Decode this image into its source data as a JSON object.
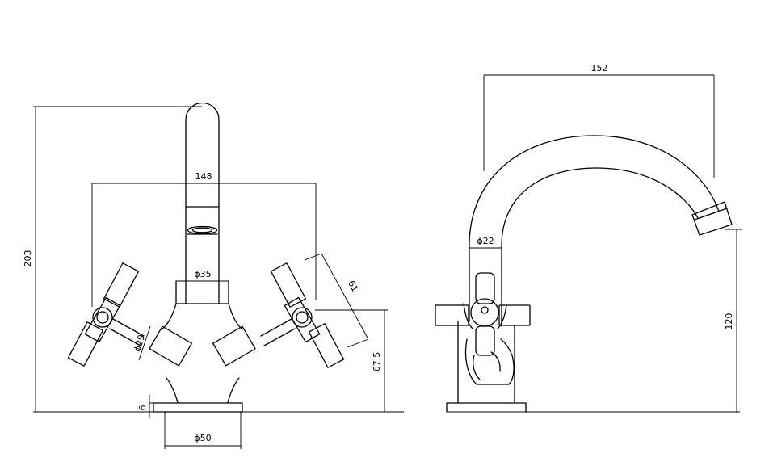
{
  "dimensions": {
    "total_height": "203",
    "handle_span": "148",
    "spout_diameter": "ϕ35",
    "handle_length": "61",
    "body_diameter": "ϕ29",
    "handle_height": "67.5",
    "base_thickness": "6",
    "base_diameter": "ϕ50",
    "spout_reach": "152",
    "pipe_diameter": "ϕ22",
    "spout_height": "120"
  },
  "colors": {
    "line": "#000000",
    "background": "#ffffff"
  }
}
